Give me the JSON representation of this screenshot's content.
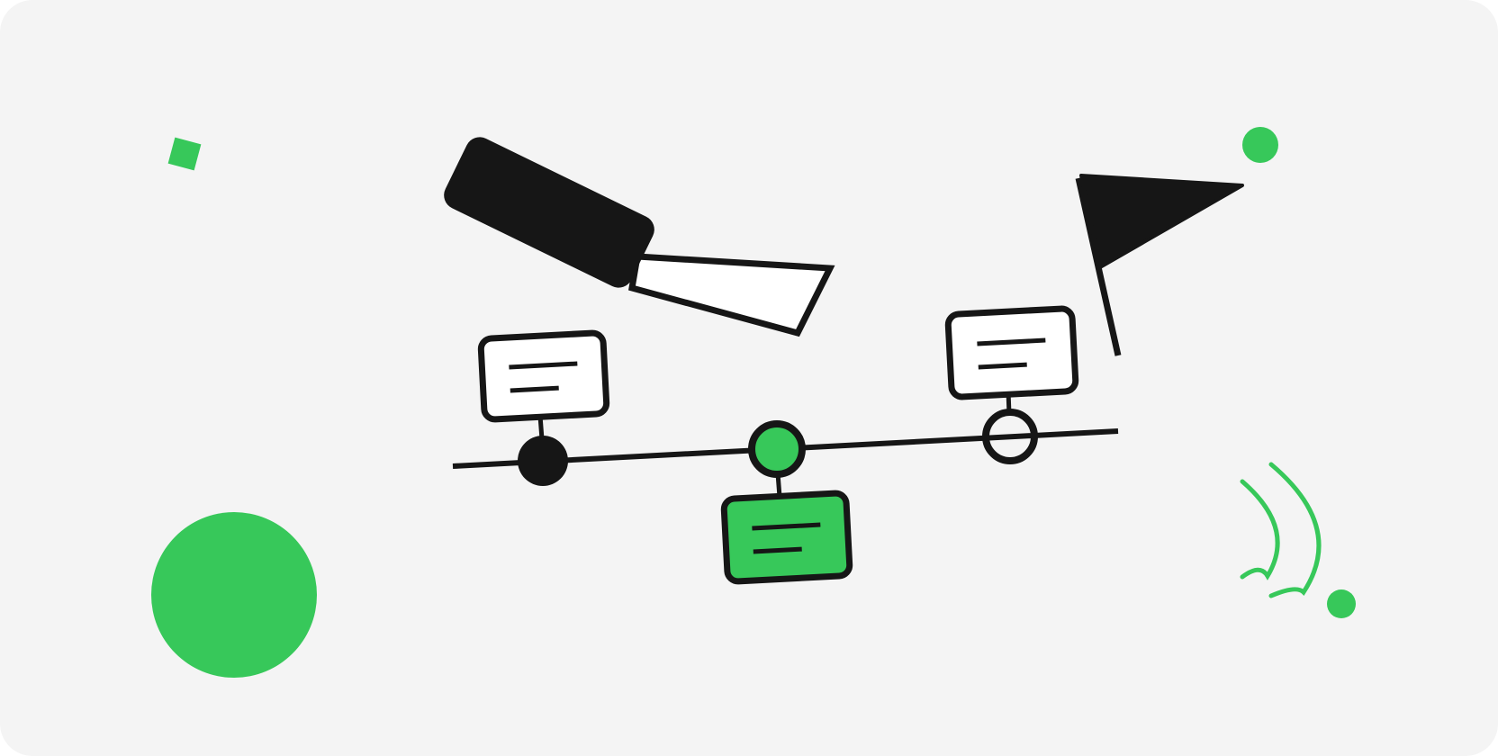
{
  "illustration": {
    "subject": "timeline-with-milestones-megaphone-and-flag",
    "colors": {
      "background": "#f4f4f4",
      "ink": "#161616",
      "accent": "#37c85a",
      "paper": "#ffffff"
    },
    "icons": [
      "megaphone-icon",
      "flag-icon",
      "sound-waves-icon"
    ],
    "milestones": [
      {
        "id": "milestone-1",
        "marker": "filled-dark",
        "card": "white"
      },
      {
        "id": "milestone-2",
        "marker": "filled-green",
        "card": "green"
      },
      {
        "id": "milestone-3",
        "marker": "hollow",
        "card": "white"
      }
    ]
  }
}
